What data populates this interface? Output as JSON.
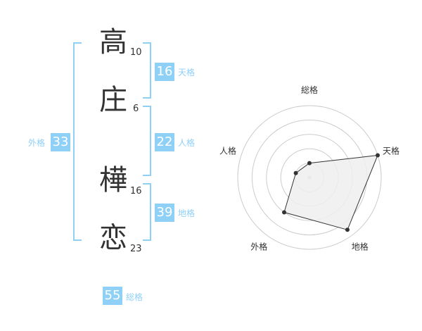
{
  "name": {
    "chars": [
      {
        "char": "高",
        "strokes": "10"
      },
      {
        "char": "庄",
        "strokes": "6"
      },
      {
        "char": "樺",
        "strokes": "16"
      },
      {
        "char": "恋",
        "strokes": "23"
      }
    ]
  },
  "kakusu": {
    "tenkaku": {
      "value": "16",
      "label": "天格"
    },
    "jinkaku": {
      "value": "22",
      "label": "人格"
    },
    "chikaku": {
      "value": "39",
      "label": "地格"
    },
    "gaikaku": {
      "value": "33",
      "label": "外格"
    },
    "soukaku": {
      "value": "55",
      "label": "総格"
    }
  },
  "colors": {
    "accent": "#8fd0f7",
    "text": "#333333",
    "grid": "#cccccc",
    "fill": "#eeeeee"
  },
  "chart_data": {
    "type": "radar",
    "axes": [
      "総格",
      "天格",
      "地格",
      "外格",
      "人格"
    ],
    "values": [
      0.2,
      1.0,
      0.9,
      0.6,
      0.2
    ],
    "rings": 5,
    "grid": true
  }
}
